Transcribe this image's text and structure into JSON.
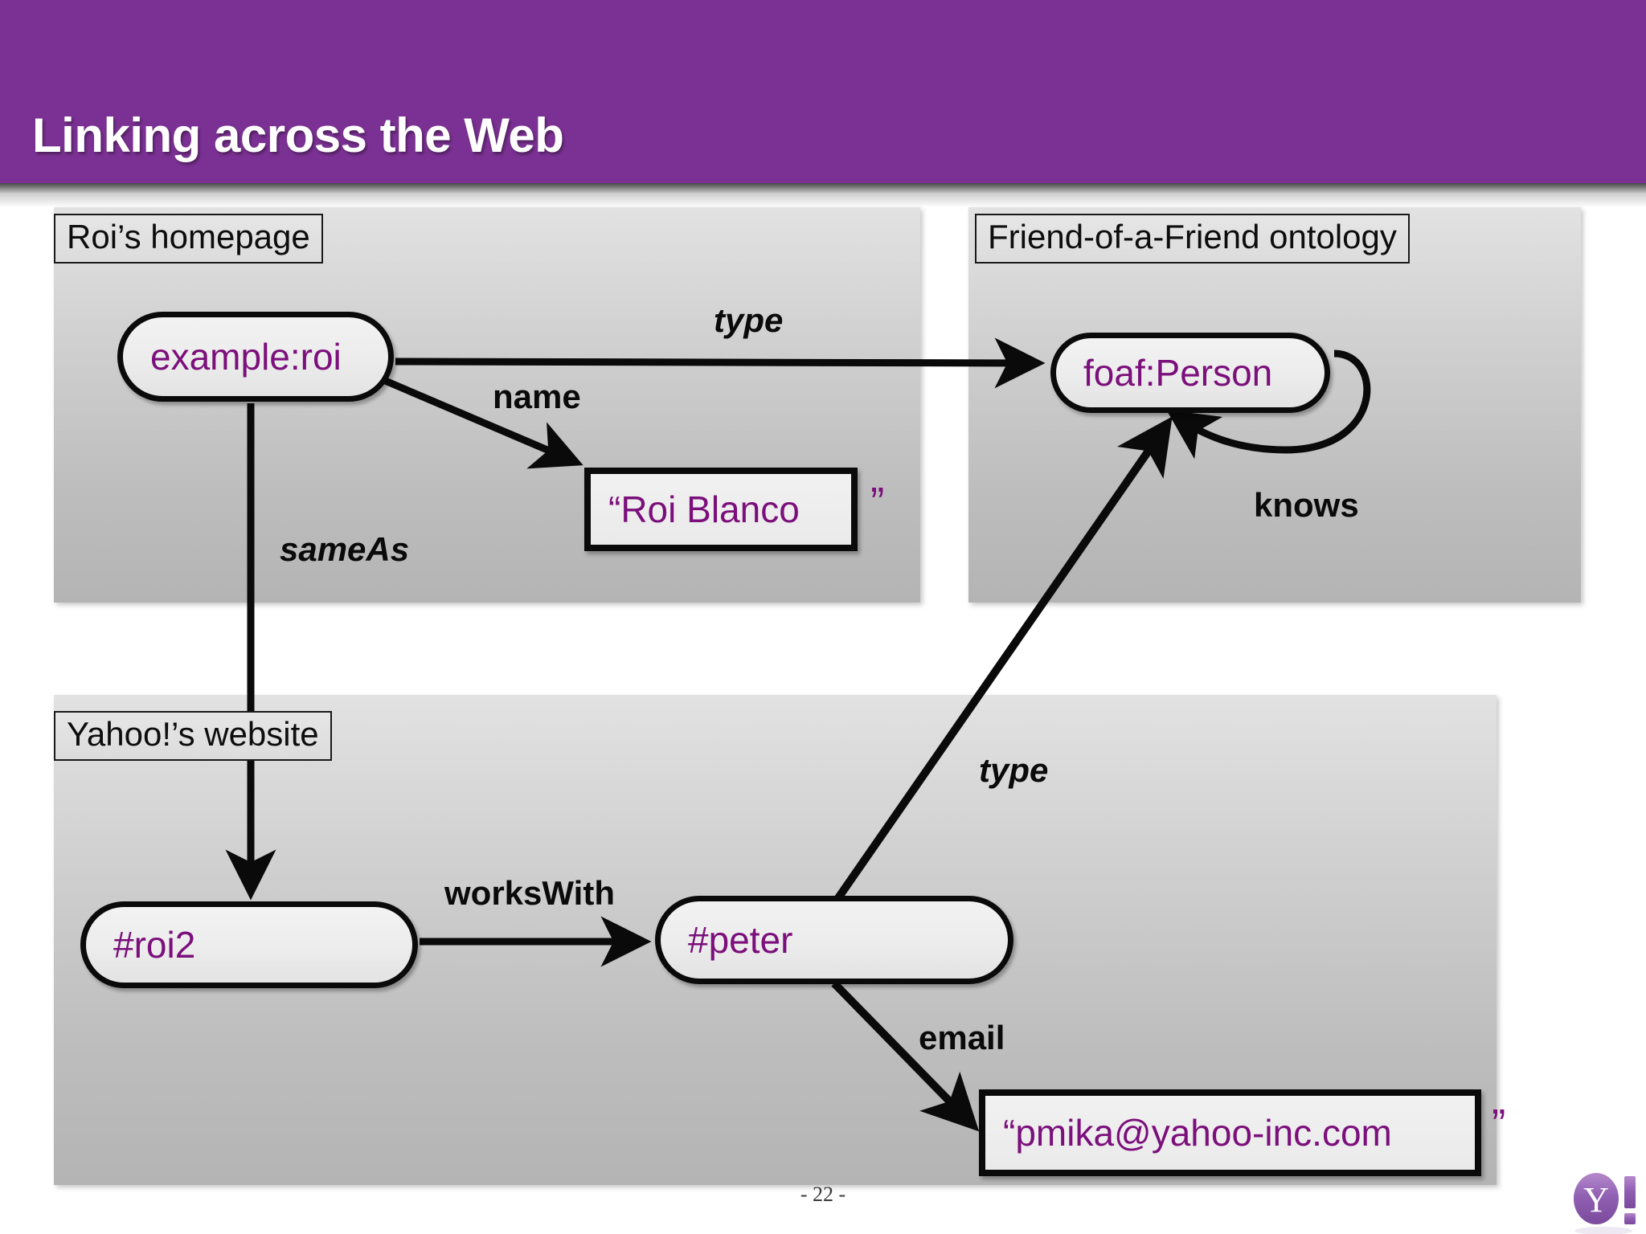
{
  "slide": {
    "title": "Linking across the Web",
    "page_number": "- 22 -",
    "header_color": "#7b3193",
    "node_text_color": "#7b0f7b",
    "panel_bg_top": "#e2e2e2",
    "panel_bg_bottom": "#b4b4b4"
  },
  "panels": [
    {
      "id": "roi-homepage",
      "label": "Roi’s homepage"
    },
    {
      "id": "foaf-ontology",
      "label": "Friend-of-a-Friend ontology"
    },
    {
      "id": "yahoo-website",
      "label": "Yahoo!’s website"
    }
  ],
  "nodes": [
    {
      "id": "example-roi",
      "label": "example:roi",
      "shape": "rounded"
    },
    {
      "id": "foaf-person",
      "label": "foaf:Person",
      "shape": "rounded"
    },
    {
      "id": "roi2",
      "label": "#roi2",
      "shape": "rounded"
    },
    {
      "id": "peter",
      "label": "#peter",
      "shape": "rounded"
    }
  ],
  "literals": [
    {
      "id": "roi-blanco",
      "open_quote": "“",
      "text": "Roi Blanco",
      "close_quote": "”"
    },
    {
      "id": "email-addr",
      "open_quote": "“",
      "text": "pmika@yahoo-inc.com",
      "close_quote": "”"
    }
  ],
  "edges": [
    {
      "id": "type-1",
      "label": "type",
      "style": "bold-italic",
      "from": "example-roi",
      "to": "foaf-person"
    },
    {
      "id": "name",
      "label": "name",
      "style": "bold",
      "from": "example-roi",
      "to": "roi-blanco"
    },
    {
      "id": "sameAs",
      "label": "sameAs",
      "style": "bold-italic",
      "from": "example-roi",
      "to": "roi2"
    },
    {
      "id": "knows",
      "label": "knows",
      "style": "bold",
      "from": "foaf-person",
      "to": "foaf-person"
    },
    {
      "id": "type-2",
      "label": "type",
      "style": "bold-italic",
      "from": "peter",
      "to": "foaf-person"
    },
    {
      "id": "worksWith",
      "label": "worksWith",
      "style": "bold",
      "from": "roi2",
      "to": "peter"
    },
    {
      "id": "email",
      "label": "email",
      "style": "bold",
      "from": "peter",
      "to": "email-addr"
    }
  ],
  "logo": {
    "name": "yahoo-logo",
    "letter": "Y",
    "bang": "!"
  }
}
